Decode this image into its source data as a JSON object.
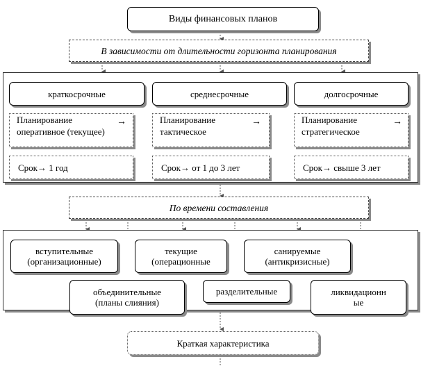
{
  "title": "Виды финансовых планов",
  "criterion1": "В зависимости от длительности горизонта планирования",
  "terms": [
    {
      "name": "краткосрочные",
      "plan_label": "Планирование",
      "plan_type": "оперативное (текущее)",
      "period_label": "Срок",
      "period_value": "1 год"
    },
    {
      "name": "среднесрочные",
      "plan_label": "Планирование",
      "plan_type": "тактическое",
      "period_label": "Срок",
      "period_value": "от 1 до 3 лет"
    },
    {
      "name": "долгосрочные",
      "plan_label": "Планирование",
      "plan_type": "стратегическое",
      "period_label": "Срок",
      "period_value": "свыше 3 лет"
    }
  ],
  "arrow_glyph": "→",
  "criterion2": "По времени составления",
  "time_types": {
    "introductory": [
      "вступительные",
      "(организационные)"
    ],
    "current": [
      "текущие",
      "(операционные"
    ],
    "sanitation": [
      "санируемые",
      "(антикризисные)"
    ],
    "merging": [
      "объединительные",
      "(планы слияния)"
    ],
    "separating": [
      "разделительные"
    ],
    "liquidation": [
      "ликвидационн",
      "ые"
    ]
  },
  "footer": "Краткая характеристика"
}
